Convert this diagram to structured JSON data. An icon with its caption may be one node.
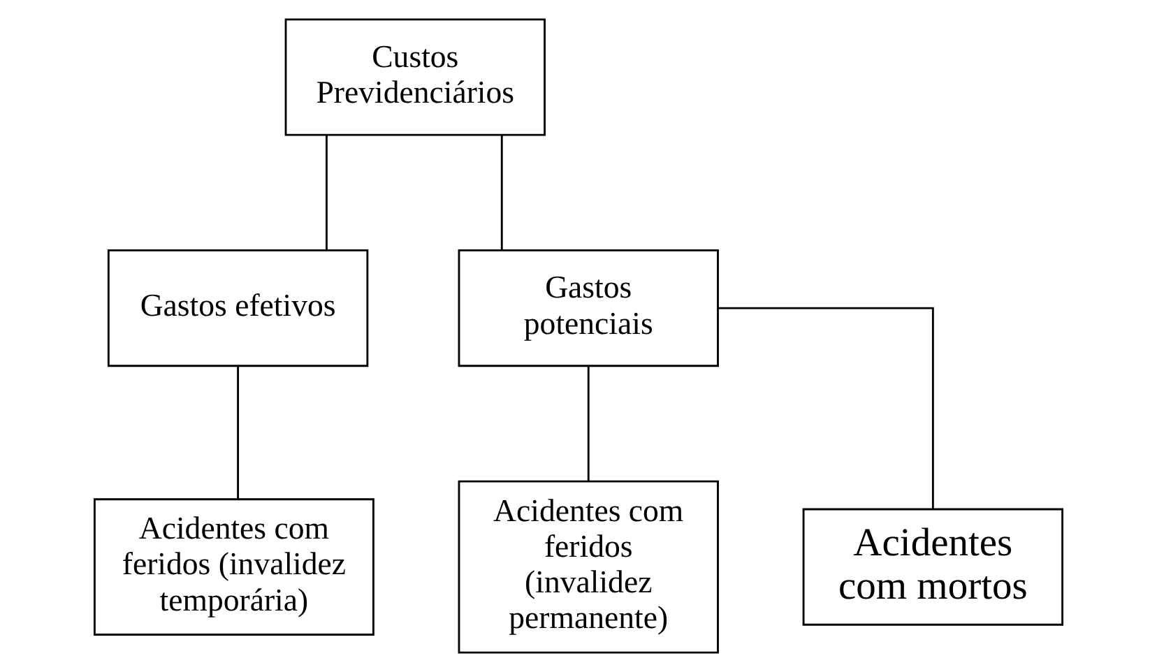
{
  "diagram": {
    "nodes": [
      {
        "text": [
          "Custos Previdenciários"
        ]
      },
      {
        "text": [
          "Gastos efetivos"
        ]
      },
      {
        "text": [
          "Gastos potenciais"
        ]
      },
      {
        "text": [
          "Acidentes com feridos (invalidez temporária)"
        ]
      },
      {
        "text": [
          "Acidentes com feridos (invalidez permanente)"
        ]
      },
      {
        "text": [
          "Acidentes com mortos"
        ]
      }
    ],
    "edges": [
      {
        "from": 0,
        "to": 1,
        "arrow": "none"
      },
      {
        "from": 0,
        "to": 2,
        "arrow": "none"
      },
      {
        "from": 1,
        "to": 3,
        "arrow": "none"
      },
      {
        "from": 2,
        "to": 4,
        "arrow": "none"
      },
      {
        "from": 2,
        "to": 5,
        "arrow": "none"
      }
    ]
  }
}
